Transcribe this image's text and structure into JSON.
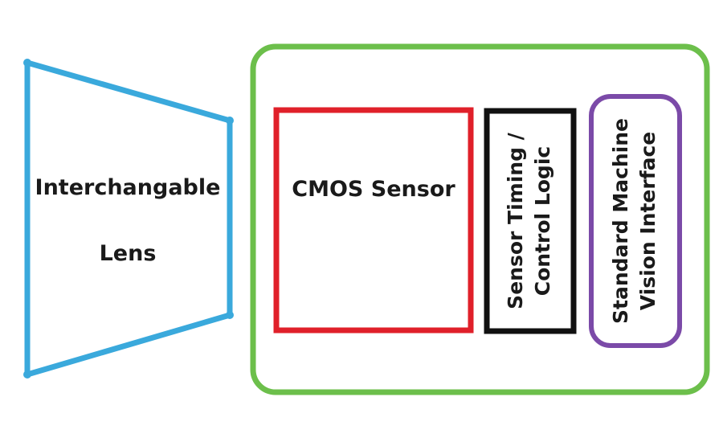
{
  "lens": {
    "line1": "Interchangable",
    "line2": "Lens",
    "color": "#3aa9dc"
  },
  "camera_body": {
    "color": "#6cbf4b"
  },
  "cmos": {
    "label": "CMOS Sensor",
    "color": "#e0202a"
  },
  "timing": {
    "line1": "Sensor Timing /",
    "line2": "Control Logic",
    "color": "#111111"
  },
  "interface": {
    "line1": "Standard Machine",
    "line2": "Vision Interface",
    "color": "#7b4aa8"
  }
}
